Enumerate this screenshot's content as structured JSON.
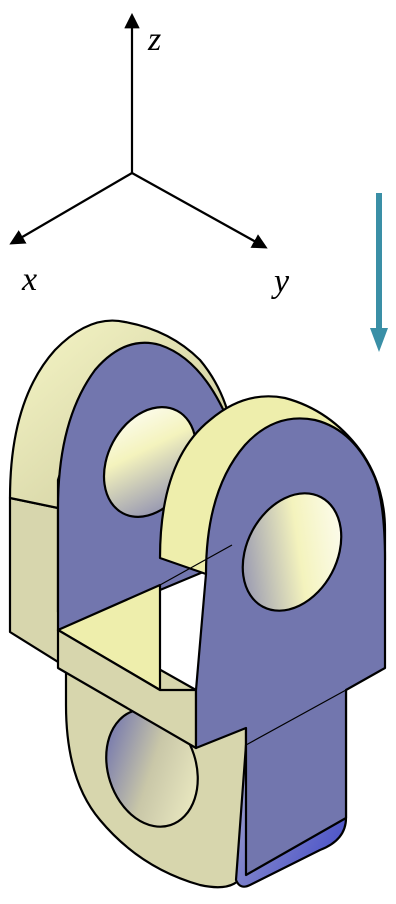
{
  "axes": {
    "x_label": "x",
    "y_label": "y",
    "z_label": "z"
  },
  "colors": {
    "face_blue": "#7276ae",
    "face_yellow": "#eeeeac",
    "face_tan": "#d7d6ad",
    "direction_arrow": "#3a8fa6",
    "outline": "#000000"
  },
  "direction_arrow": {
    "direction": "down"
  },
  "part": {
    "description_icon": "clevis-bracket-isometric"
  }
}
